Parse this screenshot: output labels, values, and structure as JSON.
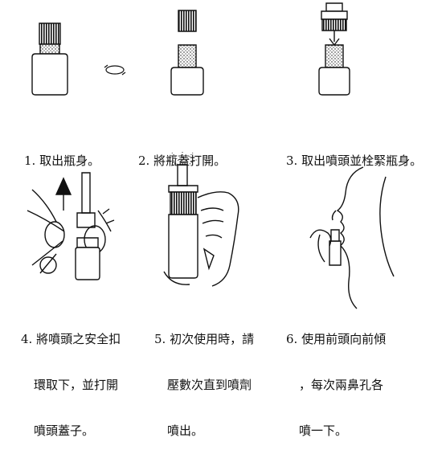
{
  "steps": [
    {
      "lines": [
        "1. 取出瓶身。"
      ]
    },
    {
      "lines": [
        "2. 將瓶蓋打開。"
      ]
    },
    {
      "lines": [
        "3. 取出噴頭並栓緊瓶身。"
      ]
    },
    {
      "lines": [
        "4. 將噴頭之安全扣",
        "環取下，並打開",
        "噴頭蓋子。"
      ]
    },
    {
      "lines": [
        "5. 初次使用時，請",
        "壓數次直到噴劑",
        "噴出。"
      ]
    },
    {
      "lines": [
        "6. 使用前頭向前傾",
        "，每次兩鼻孔各",
        "噴一下。"
      ]
    }
  ],
  "colors": {
    "ink": "#111111",
    "paper": "#ffffff"
  }
}
